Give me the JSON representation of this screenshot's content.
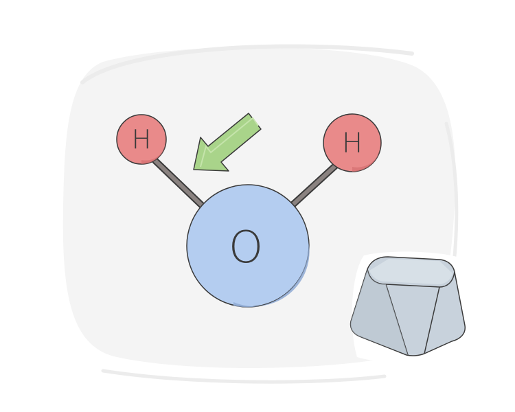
{
  "molecule": {
    "atoms": [
      {
        "id": "hydrogen-left",
        "symbol": "H",
        "color": "#e98a8a"
      },
      {
        "id": "hydrogen-right",
        "symbol": "H",
        "color": "#e98a8a"
      },
      {
        "id": "oxygen",
        "symbol": "O",
        "color": "#b4cdf0"
      }
    ],
    "bond_color": "#8a8280"
  },
  "arrow": {
    "color": "#a9d48a",
    "icon": "arrow-down-left-icon"
  },
  "keycap": {
    "color": "#c8d2dc",
    "icon": "keyboard-key-icon"
  },
  "colors": {
    "backdrop": "#f4f4f4",
    "outline": "#3a3a3a"
  }
}
